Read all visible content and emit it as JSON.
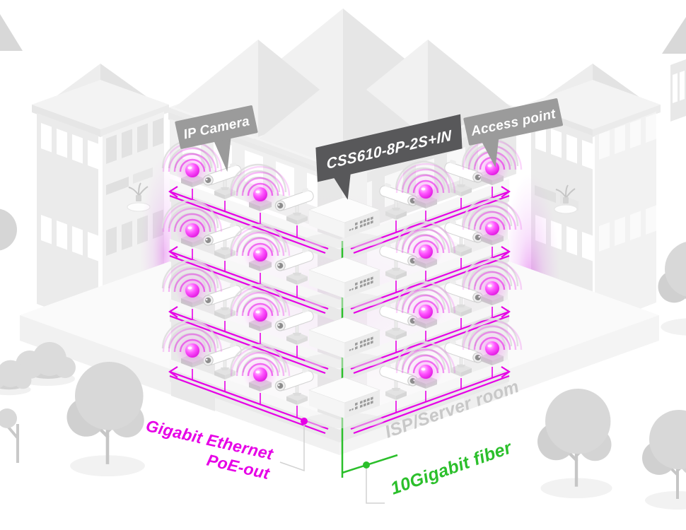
{
  "colors": {
    "magenta": "#e600e6",
    "green": "#2bbf2b",
    "callout_gray": "#9b9b9b",
    "callout_dark": "#58585a",
    "label_gray": "#c8c8c8"
  },
  "callouts": {
    "ip_camera": "IP Camera",
    "switch_model": "CSS610-8P-2S+IN",
    "access_point": "Access point"
  },
  "annotations": {
    "poe_line1": "Gigabit Ethernet",
    "poe_line2": "PoE-out",
    "server_room": "ISP/Server room",
    "fiber": "10Gigabit fiber"
  },
  "scene": {
    "floors": 4,
    "switches_per_floor": 1,
    "ip_cameras_per_floor": 4,
    "access_points_per_floor": 4,
    "background_buildings": 2
  }
}
